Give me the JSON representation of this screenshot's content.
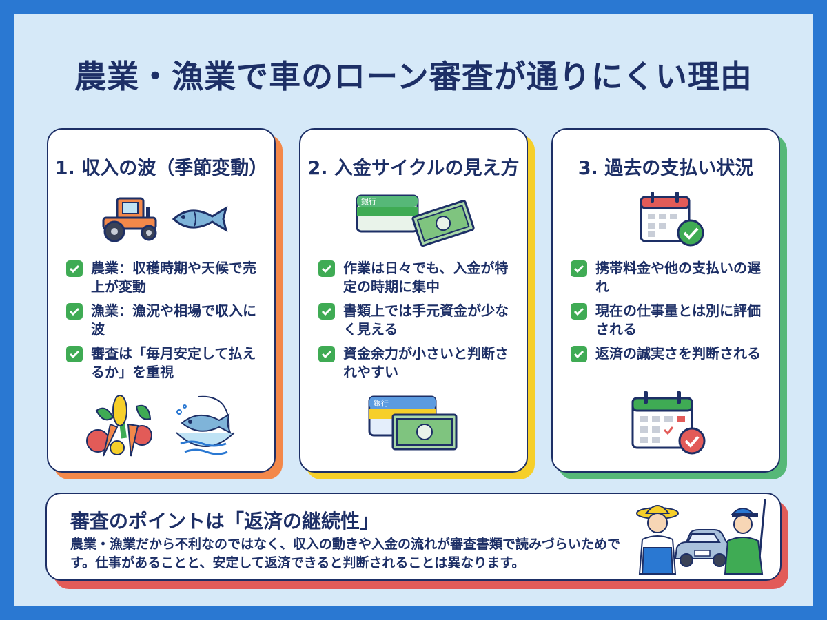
{
  "title": "農業・漁業で車のローン審査が通りにくい理由",
  "cards": [
    {
      "title": "1. 収入の波（季節変動）",
      "bullets": [
        "農業：収穫時期や天候で売上が変動",
        "漁業：漁況や相場で収入に波",
        "審査は「毎月安定して払えるか」を重視"
      ],
      "accent": "#f3884a"
    },
    {
      "title": "2. 入金サイクルの見え方",
      "bullets": [
        "作業は日々でも、入金が特定の時期に集中",
        "書類上では手元資金が少なく見える",
        "資金余力が小さいと判断されやすい"
      ],
      "accent": "#f6cf2a",
      "bank_label": "銀行"
    },
    {
      "title": "3. 過去の支払い状況",
      "bullets": [
        "携帯料金や他の支払いの遅れ",
        "現在の仕事量とは別に評価される",
        "返済の誠実さを判断される"
      ],
      "accent": "#56b878"
    }
  ],
  "summary": {
    "title": "審査のポイントは「返済の継続性」",
    "text": "農業・漁業だから不利なのではなく、収入の動きや入金の流れが審査書類で読みづらいためです。仕事があることと、安定して返済できると判断されることは異なります。"
  },
  "icons": [
    "tractor-icon",
    "fish-icon",
    "bankbook-icon",
    "banknote-icon",
    "calendar-check-icon",
    "vegetables-icon",
    "fish-water-icon",
    "farmer-icon",
    "car-icon",
    "fisherman-icon"
  ]
}
